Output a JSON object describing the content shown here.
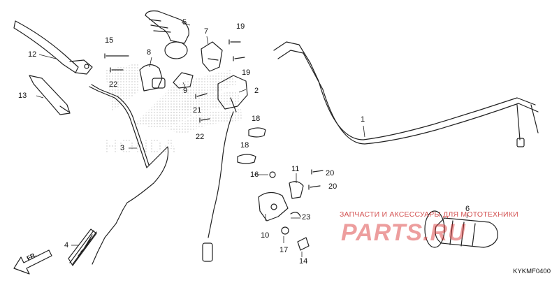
{
  "diagram": {
    "callouts": [
      {
        "id": "1",
        "label": "1"
      },
      {
        "id": "2",
        "label": "2"
      },
      {
        "id": "3",
        "label": "3"
      },
      {
        "id": "4",
        "label": "4"
      },
      {
        "id": "5",
        "label": "5"
      },
      {
        "id": "6",
        "label": "6"
      },
      {
        "id": "7",
        "label": "7"
      },
      {
        "id": "8",
        "label": "8"
      },
      {
        "id": "9",
        "label": "9"
      },
      {
        "id": "10",
        "label": "10"
      },
      {
        "id": "11",
        "label": "11"
      },
      {
        "id": "12",
        "label": "12"
      },
      {
        "id": "13",
        "label": "13"
      },
      {
        "id": "14",
        "label": "14"
      },
      {
        "id": "15",
        "label": "15"
      },
      {
        "id": "16",
        "label": "16"
      },
      {
        "id": "17",
        "label": "17"
      },
      {
        "id": "18a",
        "label": "18"
      },
      {
        "id": "18b",
        "label": "18"
      },
      {
        "id": "19a",
        "label": "19"
      },
      {
        "id": "19b",
        "label": "19"
      },
      {
        "id": "20a",
        "label": "20"
      },
      {
        "id": "20b",
        "label": "20"
      },
      {
        "id": "21",
        "label": "21"
      },
      {
        "id": "22a",
        "label": "22"
      },
      {
        "id": "22b",
        "label": "22"
      },
      {
        "id": "23",
        "label": "23"
      }
    ],
    "direction_label": "FR.",
    "drawing_code": "KYKMF0400",
    "watermark_text": "ЗАПЧАСТИ И АКСЕССУАРЫ ДЛЯ МОТОТЕХНИКИ",
    "watermark_logo": "PARTS.RU",
    "background_logo": "HONDA"
  },
  "colors": {
    "line": "#222222",
    "watermark": "#cc3333",
    "logo_dots": "#bbbbbb"
  }
}
